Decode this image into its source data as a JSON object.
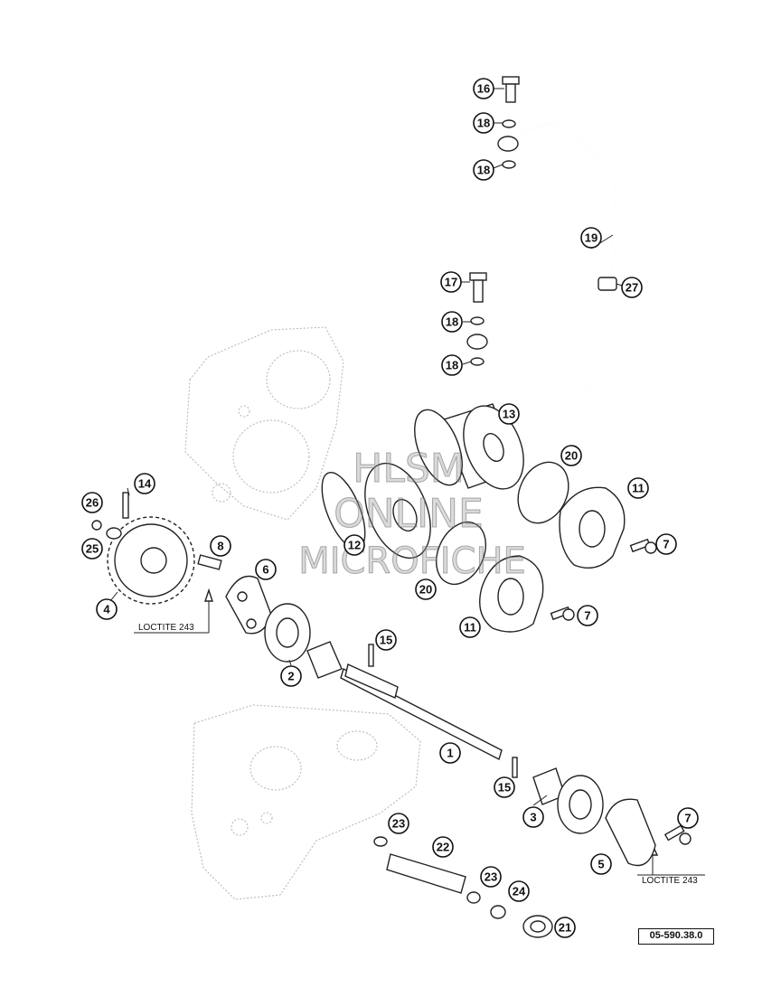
{
  "callouts": [
    {
      "id": "c1",
      "label": "1"
    },
    {
      "id": "c2",
      "label": "2"
    },
    {
      "id": "c3",
      "label": "3"
    },
    {
      "id": "c4",
      "label": "4"
    },
    {
      "id": "c5",
      "label": "5"
    },
    {
      "id": "c6",
      "label": "6"
    },
    {
      "id": "c7a",
      "label": "7"
    },
    {
      "id": "c7b",
      "label": "7"
    },
    {
      "id": "c7c",
      "label": "7"
    },
    {
      "id": "c8",
      "label": "8"
    },
    {
      "id": "c11a",
      "label": "11"
    },
    {
      "id": "c11b",
      "label": "11"
    },
    {
      "id": "c12",
      "label": "12"
    },
    {
      "id": "c13",
      "label": "13"
    },
    {
      "id": "c14",
      "label": "14"
    },
    {
      "id": "c15a",
      "label": "15"
    },
    {
      "id": "c15b",
      "label": "15"
    },
    {
      "id": "c16",
      "label": "16"
    },
    {
      "id": "c17",
      "label": "17"
    },
    {
      "id": "c18a",
      "label": "18"
    },
    {
      "id": "c18b",
      "label": "18"
    },
    {
      "id": "c18c",
      "label": "18"
    },
    {
      "id": "c18d",
      "label": "18"
    },
    {
      "id": "c19",
      "label": "19"
    },
    {
      "id": "c20a",
      "label": "20"
    },
    {
      "id": "c20b",
      "label": "20"
    },
    {
      "id": "c21",
      "label": "21"
    },
    {
      "id": "c22",
      "label": "22"
    },
    {
      "id": "c23a",
      "label": "23"
    },
    {
      "id": "c23b",
      "label": "23"
    },
    {
      "id": "c24",
      "label": "24"
    },
    {
      "id": "c25",
      "label": "25"
    },
    {
      "id": "c26",
      "label": "26"
    },
    {
      "id": "c27",
      "label": "27"
    }
  ],
  "loctite_labels": [
    "LOCTITE 243",
    "LOCTITE 243"
  ],
  "watermark": {
    "line1": "HLSM",
    "line2": "ONLINE",
    "line3": "MICROFICHE"
  },
  "reference_number": "05-590.38.0",
  "colors": {
    "ink": "#111111",
    "ghost_outline": "#b9b9b9",
    "background": "#ffffff"
  }
}
